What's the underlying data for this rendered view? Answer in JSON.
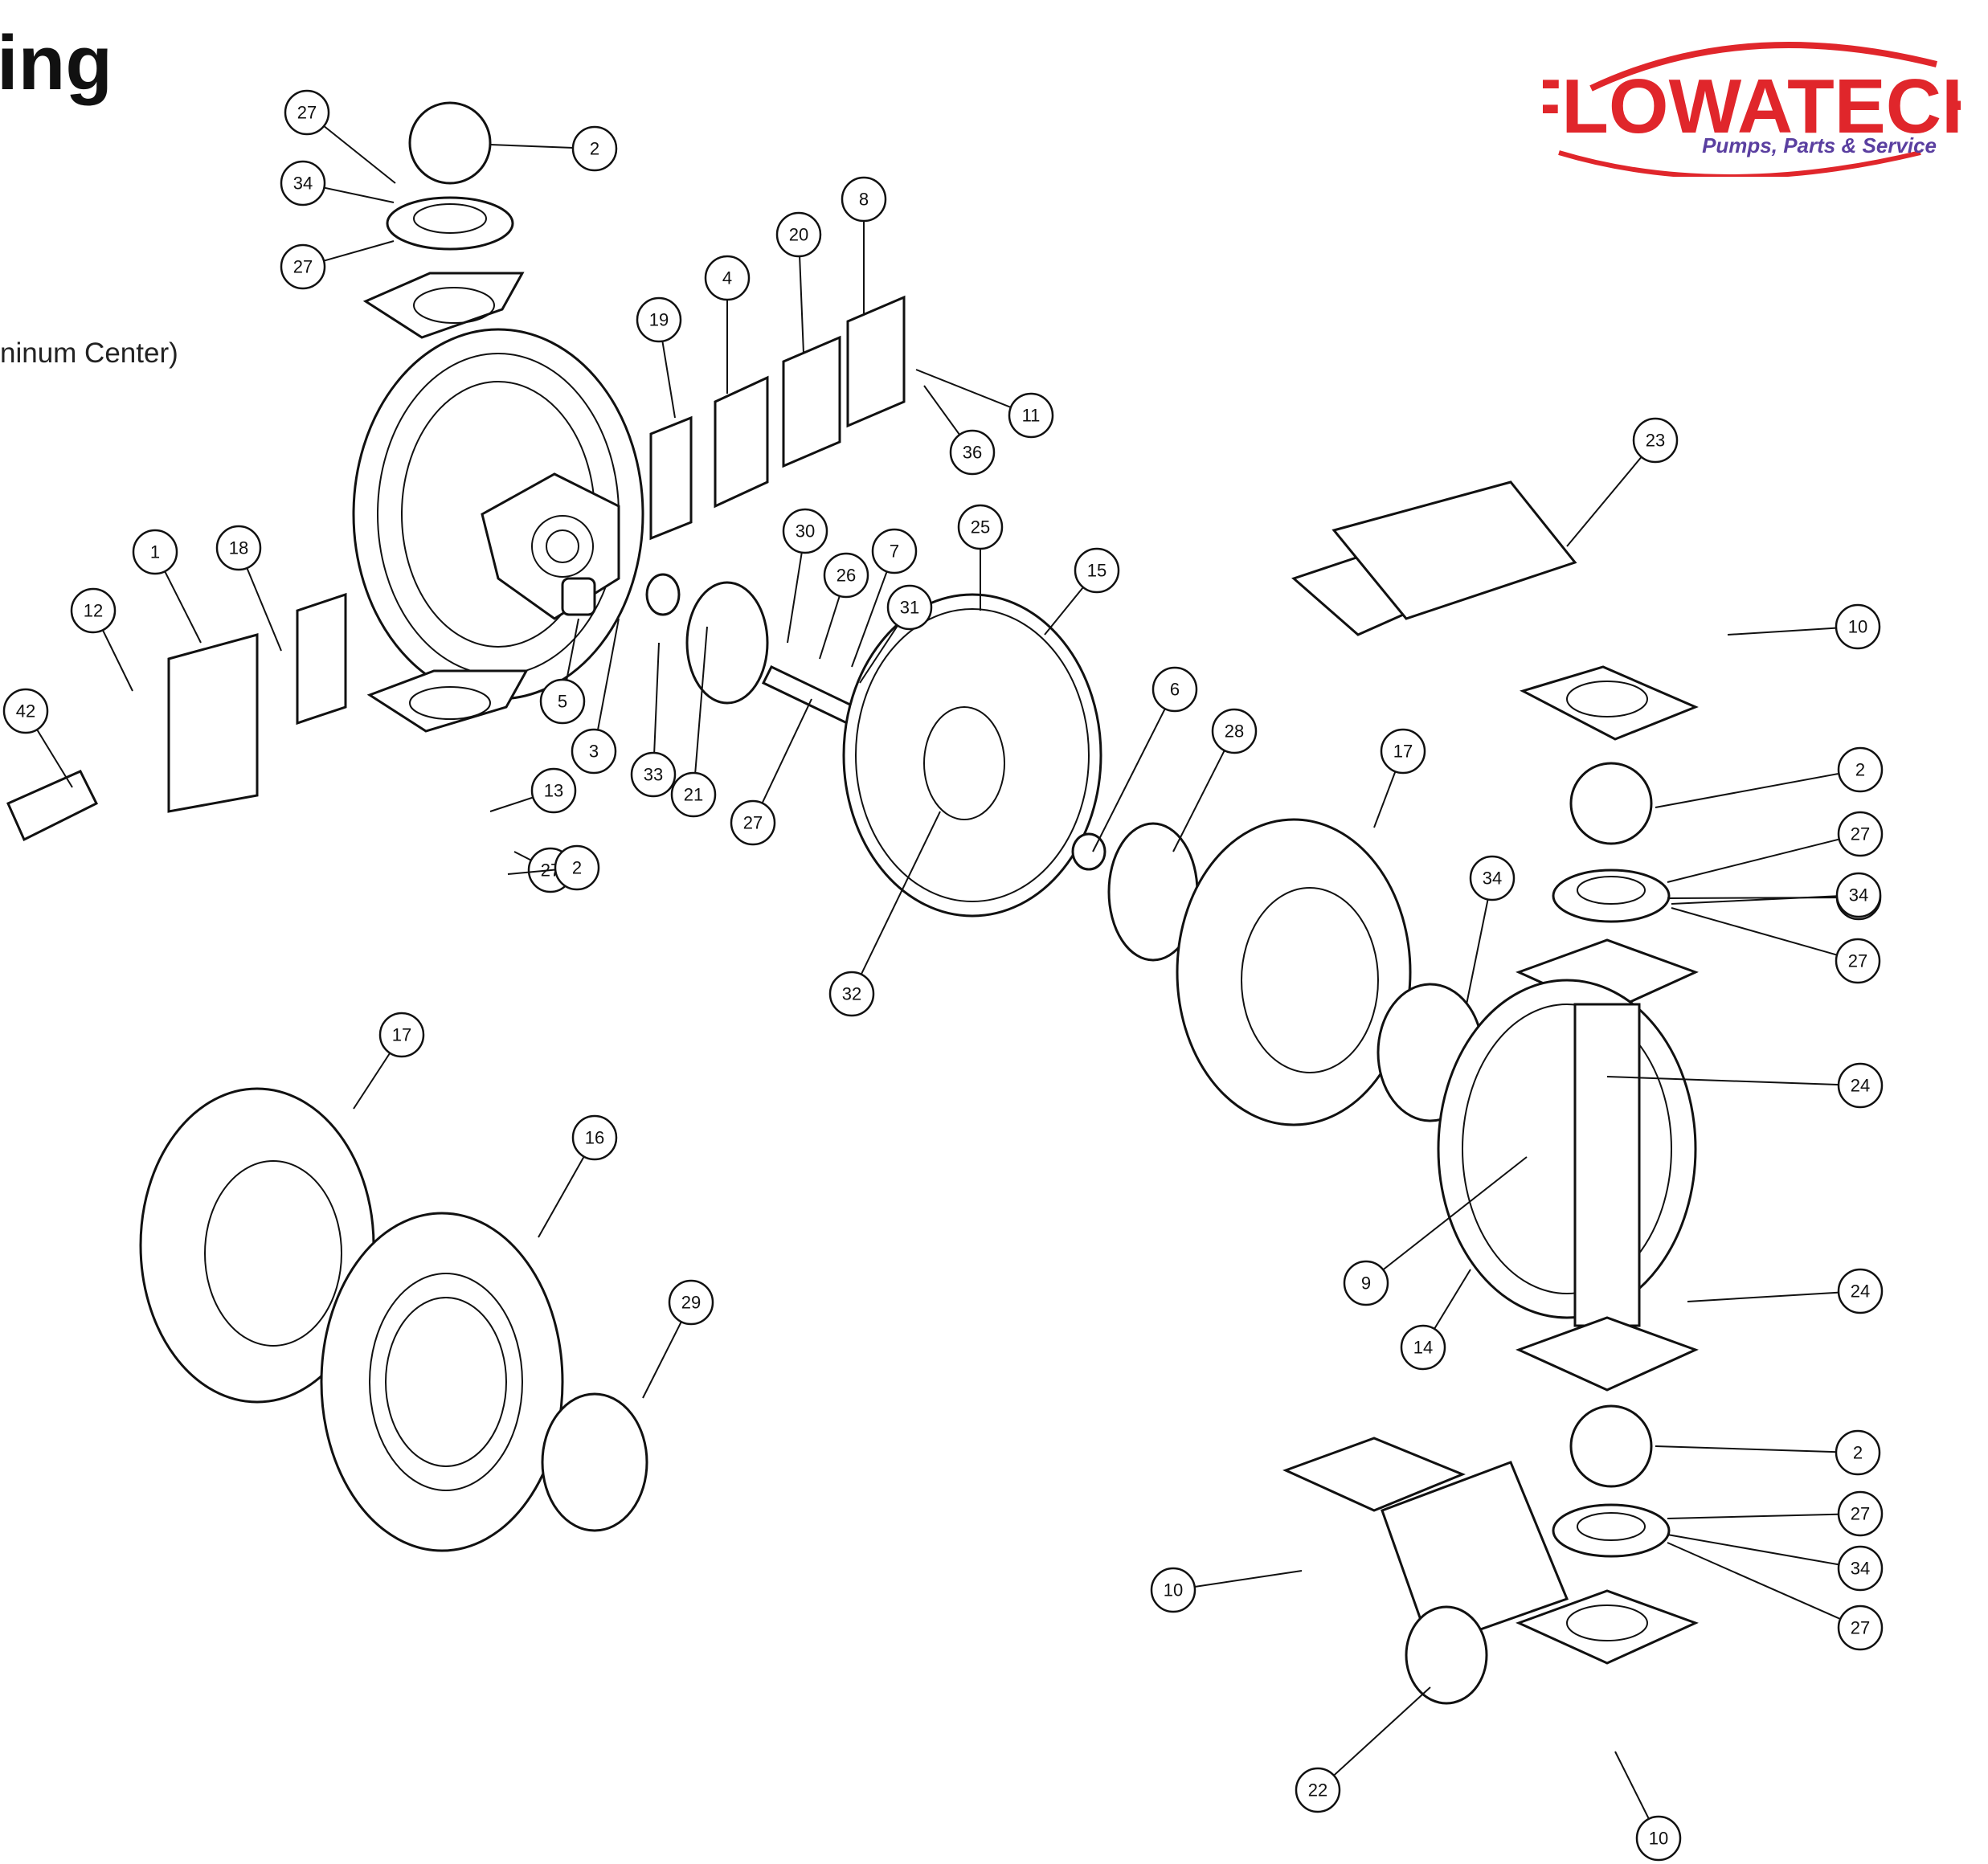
{
  "page": {
    "title_fragment": "ing",
    "subtitle_fragment": "ninum Center)"
  },
  "logo": {
    "brand": "FLOWATECH",
    "tagline": "Pumps, Parts & Service",
    "brand_color": "#e0262b",
    "tagline_color": "#5a3fa0"
  },
  "callouts": [
    "27",
    "2",
    "34",
    "27",
    "8",
    "20",
    "4",
    "19",
    "11",
    "36",
    "23",
    "1",
    "18",
    "12",
    "42",
    "5",
    "3",
    "33",
    "21",
    "30",
    "26",
    "7",
    "31",
    "25",
    "15",
    "10",
    "6",
    "28",
    "17",
    "2",
    "27",
    "34",
    "29",
    "27",
    "32",
    "13",
    "27",
    "34",
    "27",
    "2",
    "24",
    "17",
    "9",
    "16",
    "29",
    "24",
    "14",
    "2",
    "27",
    "34",
    "27",
    "10",
    "22",
    "10"
  ]
}
